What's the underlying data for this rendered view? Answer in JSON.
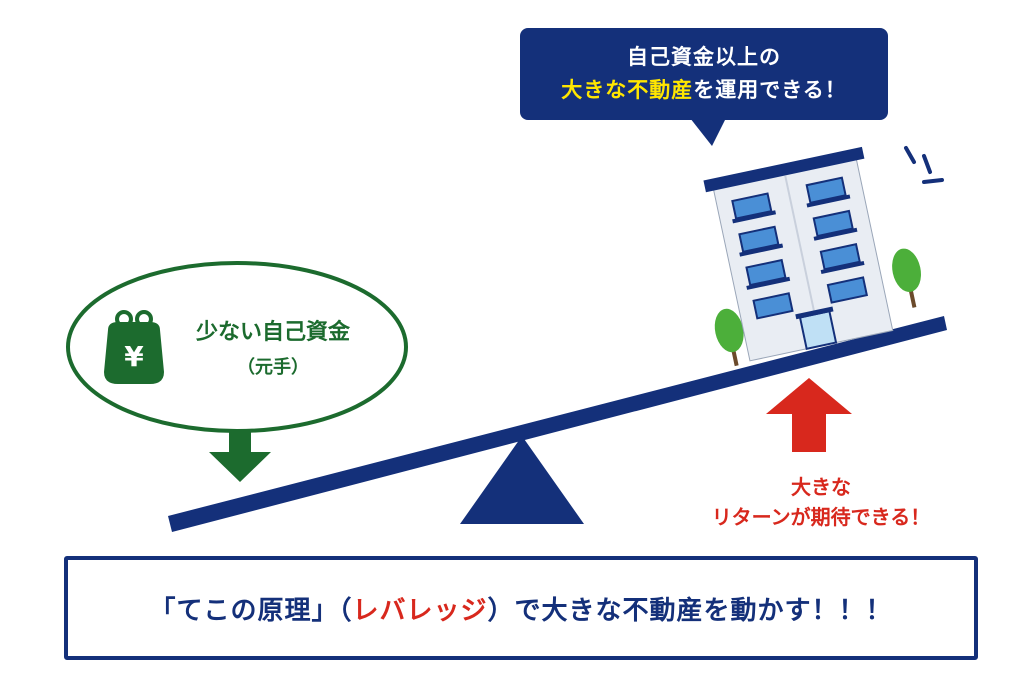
{
  "callout": {
    "line1": "自己資金以上の",
    "line2_highlight": "大きな不動産",
    "line2_rest": "を運用できる！"
  },
  "wallet": {
    "label": "少ない自己資金",
    "sublabel": "（元手）",
    "icon": "yen-purse-icon"
  },
  "return": {
    "line1": "大きな",
    "line2": "リターンが期待できる！"
  },
  "bottom": {
    "part1": "「てこの原理」（",
    "highlight": "レバレッジ",
    "part2": "）で大きな不動産を動かす！！！"
  },
  "colors": {
    "navy": "#14307a",
    "green": "#1c6b2e",
    "red": "#d8281d",
    "yellow": "#ffe600"
  }
}
